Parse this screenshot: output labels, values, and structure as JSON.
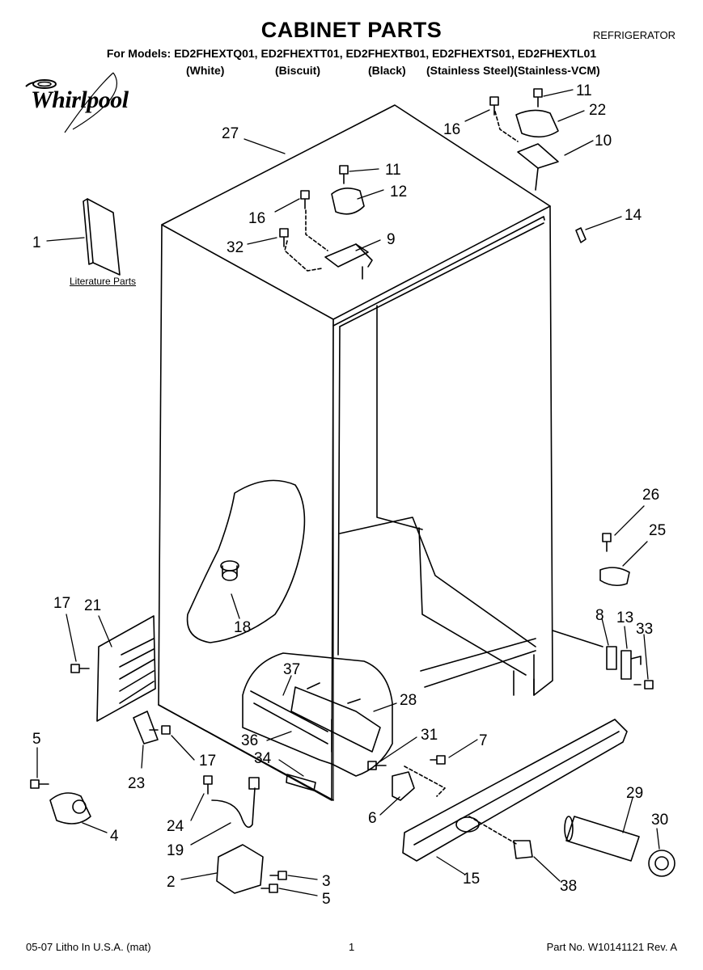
{
  "header": {
    "title": "CABINET PARTS",
    "category": "REFRIGERATOR",
    "models_line": "For Models: ED2FHEXTQ01, ED2FHEXTT01, ED2FHEXTB01, ED2FHEXTS01, ED2FHEXTL01",
    "finishes": [
      "(White)",
      "(Biscuit)",
      "(Black)",
      "(Stainless Steel)(Stainless-VCM)"
    ]
  },
  "brand": {
    "logo_text": "Whirlpool"
  },
  "diagram": {
    "literature_label": "Literature Parts",
    "callouts": [
      "1",
      "2",
      "3",
      "4",
      "5",
      "5",
      "6",
      "7",
      "8",
      "9",
      "10",
      "11",
      "11",
      "12",
      "13",
      "14",
      "15",
      "16",
      "16",
      "17",
      "17",
      "18",
      "19",
      "21",
      "22",
      "23",
      "24",
      "25",
      "26",
      "27",
      "28",
      "29",
      "30",
      "31",
      "32",
      "33",
      "34",
      "36",
      "37",
      "38"
    ]
  },
  "footer": {
    "left": "05-07 Litho In U.S.A. (mat)",
    "center": "1",
    "right": "Part No. W10141121 Rev. A"
  }
}
